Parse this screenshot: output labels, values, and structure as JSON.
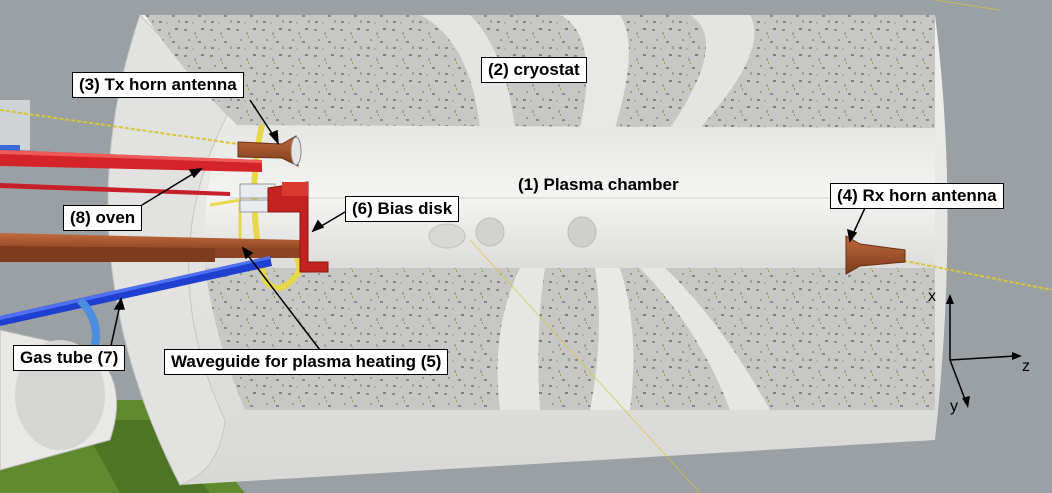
{
  "labels": {
    "tx_horn": "(3) Tx horn antenna",
    "cryostat": "(2) cryostat",
    "plasma_chamber": "(1) Plasma chamber",
    "rx_horn": "(4) Rx horn antenna",
    "oven": "(8) oven",
    "bias_disk": "(6) Bias disk",
    "gas_tube": "Gas tube (7)",
    "waveguide": "Waveguide for plasma heating (5)"
  },
  "axes": {
    "x": "x",
    "y": "y",
    "z": "z"
  },
  "colors": {
    "background": "#9aa0a3",
    "cryostat_gray": "#c9c9c7",
    "chamber_white": "#eeeeec",
    "copper": "#a8552e",
    "oven_red": "#d4242a",
    "bias_red": "#c3231f",
    "gas_blue": "#1f3fd0",
    "support_green": "#5f8a2e",
    "yellow": "#e7d84a"
  }
}
